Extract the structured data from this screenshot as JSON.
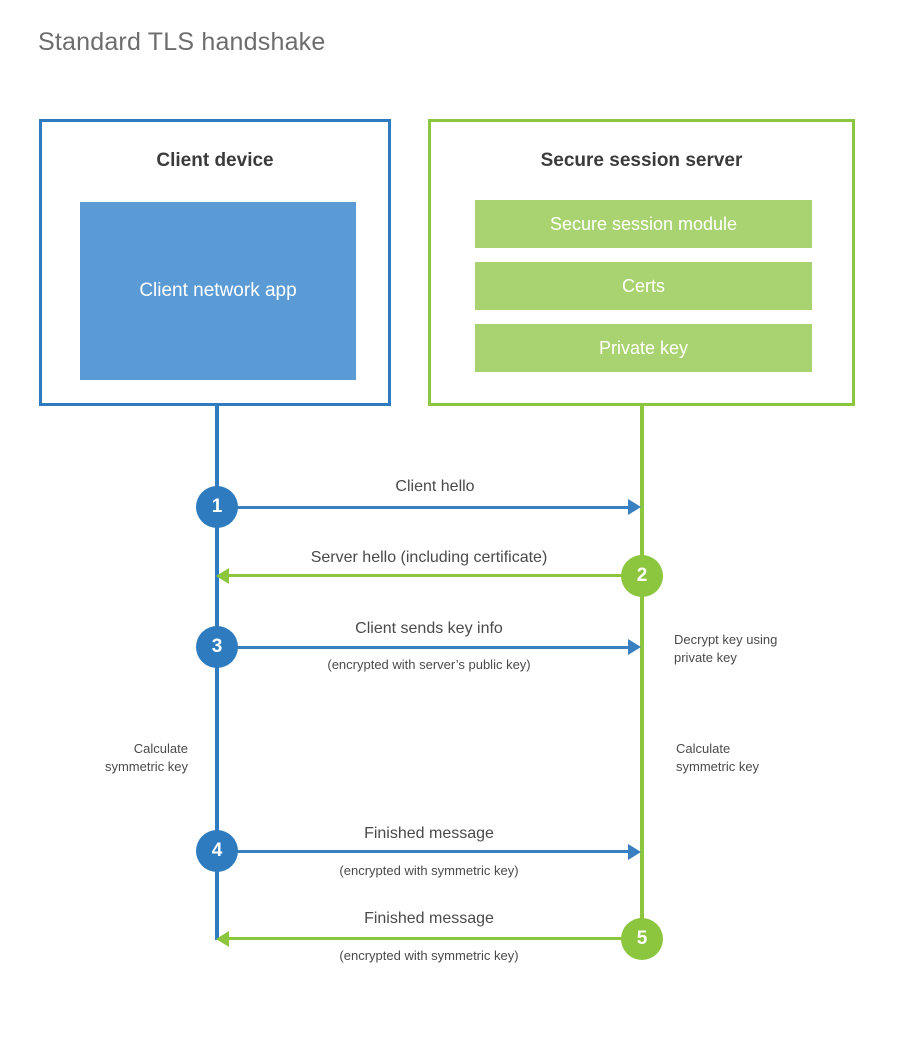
{
  "title": "Standard TLS handshake",
  "panels": {
    "client": {
      "title": "Client device",
      "app_label": "Client network app",
      "border_color": "#2e7cbf",
      "app_fill_color": "#5b9bd5"
    },
    "server": {
      "title": "Secure session server",
      "border_color": "#8cc63e",
      "bar_fill_color": "#a9d370",
      "bars": [
        {
          "label": "Secure session module"
        },
        {
          "label": "Certs"
        },
        {
          "label": "Private key"
        }
      ]
    }
  },
  "colors": {
    "client_blue": "#2e7cbf",
    "arrow_blue": "#3a80c1",
    "server_green": "#8cc63e",
    "text_gray": "#4a4a4a",
    "title_gray": "#6d6d6d"
  },
  "steps": [
    {
      "number": "1",
      "side": "client",
      "color": "#2e7cbf",
      "direction": "client-to-server",
      "label": "Client hello",
      "sublabel": ""
    },
    {
      "number": "2",
      "side": "server",
      "color": "#8cc63e",
      "direction": "server-to-client",
      "label": "Server hello (including certificate)",
      "sublabel": ""
    },
    {
      "number": "3",
      "side": "client",
      "color": "#2e7cbf",
      "direction": "client-to-server",
      "label": "Client sends key info",
      "sublabel": "(encrypted with server’s public key)"
    },
    {
      "number": "4",
      "side": "client",
      "color": "#2e7cbf",
      "direction": "client-to-server",
      "label": "Finished message",
      "sublabel": "(encrypted with symmetric key)"
    },
    {
      "number": "5",
      "side": "server",
      "color": "#8cc63e",
      "direction": "server-to-client",
      "label": "Finished message",
      "sublabel": "(encrypted with symmetric key)"
    }
  ],
  "notes": {
    "decrypt_key": "Decrypt key using\nprivate key",
    "decrypt_key_line1": "Decrypt key using",
    "decrypt_key_line2": "private key",
    "client_calculate_line1": "Calculate",
    "client_calculate_line2": "symmetric key",
    "server_calculate_line1": "Calculate",
    "server_calculate_line2": "symmetric key"
  }
}
